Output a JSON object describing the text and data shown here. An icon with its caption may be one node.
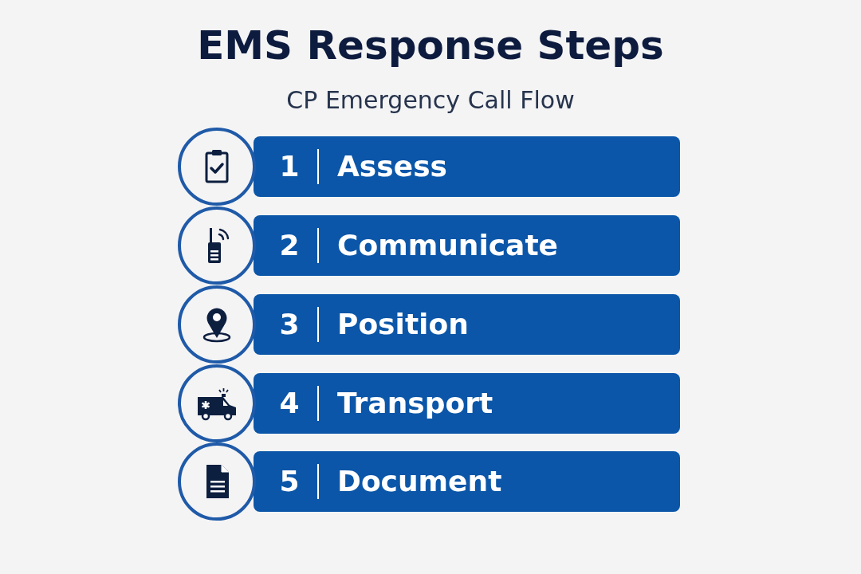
{
  "diagram": {
    "title": "EMS Response Steps",
    "caption": "CP Emergency Call Flow",
    "nodes": [
      {
        "text": [
          "1",
          "Assess"
        ]
      },
      {
        "text": [
          "2",
          "Communicate"
        ]
      },
      {
        "text": [
          "3",
          "Position"
        ]
      },
      {
        "text": [
          "4",
          "Transport"
        ]
      },
      {
        "text": [
          "5",
          "Document"
        ]
      }
    ]
  }
}
